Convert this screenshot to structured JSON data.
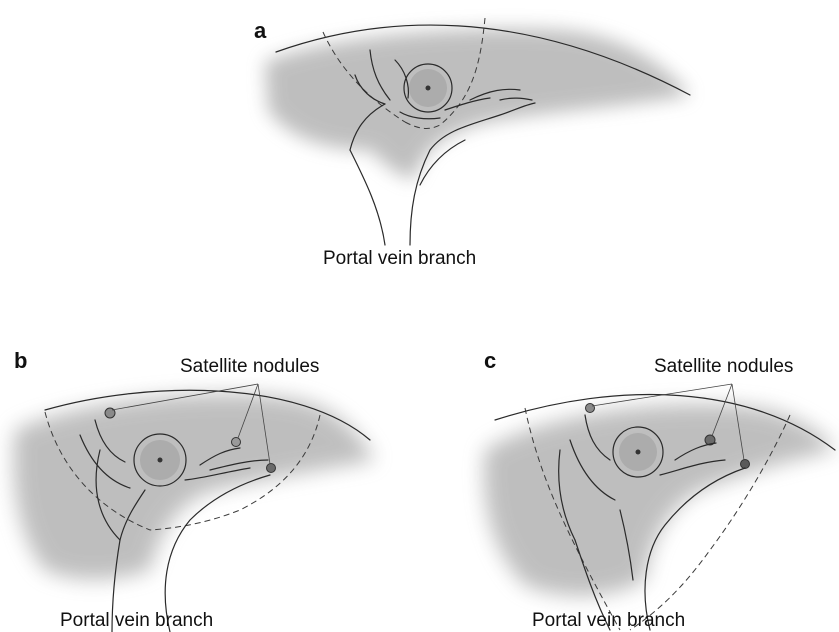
{
  "panels": [
    {
      "id": "a",
      "letter": "a",
      "caption": "Portal vein branch"
    },
    {
      "id": "b",
      "letter": "b",
      "caption": "Portal vein branch",
      "callout": "Satellite nodules"
    },
    {
      "id": "c",
      "letter": "c",
      "caption": "Portal vein branch",
      "callout": "Satellite nodules"
    }
  ],
  "colors": {
    "liver_shading": "#8a8a8a",
    "ink": "#2a2a2a"
  },
  "icons": [
    "liver-segment-sketch",
    "tumor-nodule",
    "portal-vein-tree",
    "satellite-nodule"
  ]
}
